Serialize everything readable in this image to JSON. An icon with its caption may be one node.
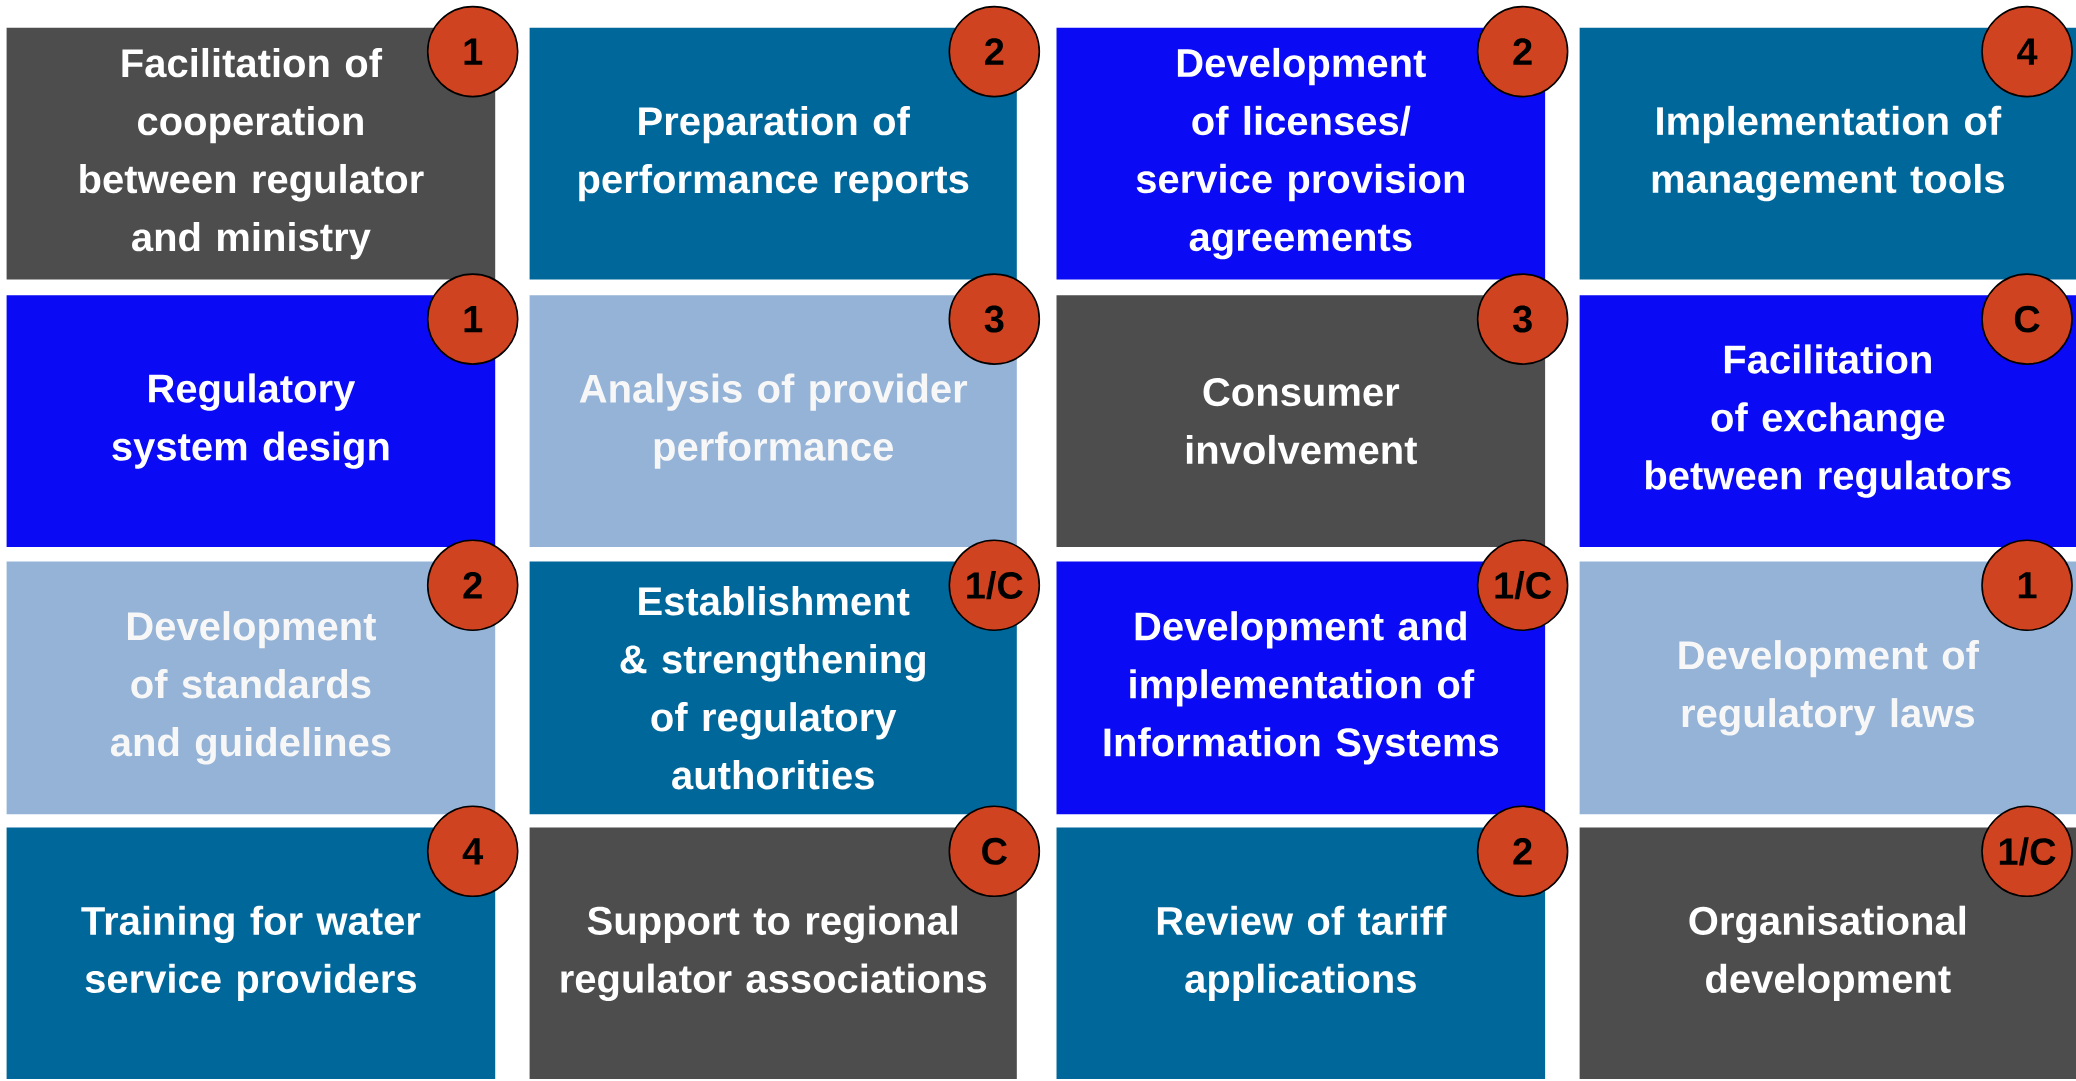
{
  "diagram": {
    "nodes": [
      {
        "text": [
          "Facilitation of cooperation between regulator and ministry"
        ]
      },
      {
        "text": [
          "1"
        ]
      },
      {
        "text": [
          "Preparation of performance reports"
        ]
      },
      {
        "text": [
          "2"
        ]
      },
      {
        "text": [
          "Development of licenses/ service provision agreements"
        ]
      },
      {
        "text": [
          "2"
        ]
      },
      {
        "text": [
          "Implementation of management tools"
        ]
      },
      {
        "text": [
          "4"
        ]
      },
      {
        "text": [
          "Regulatory system design"
        ]
      },
      {
        "text": [
          "1"
        ]
      },
      {
        "text": [
          "Analysis of provider performance"
        ]
      },
      {
        "text": [
          "3"
        ]
      },
      {
        "text": [
          "Consumer involvement"
        ]
      },
      {
        "text": [
          "3"
        ]
      },
      {
        "text": [
          "Facilitation of exchange between regulators"
        ]
      },
      {
        "text": [
          "C"
        ]
      },
      {
        "text": [
          "Development of standards and guidelines"
        ]
      },
      {
        "text": [
          "2"
        ]
      },
      {
        "text": [
          "Establishment & strengthening of regulatory authorities"
        ]
      },
      {
        "text": [
          "1/C"
        ]
      },
      {
        "text": [
          "Development and implementation of Information Systems"
        ]
      },
      {
        "text": [
          "1/C"
        ]
      },
      {
        "text": [
          "Development of regulatory laws"
        ]
      },
      {
        "text": [
          "1"
        ]
      },
      {
        "text": [
          "Training for water service providers"
        ]
      },
      {
        "text": [
          "4"
        ]
      },
      {
        "text": [
          "Support to regional regulator associations"
        ]
      },
      {
        "text": [
          "C"
        ]
      },
      {
        "text": [
          "Review of tariff applications"
        ]
      },
      {
        "text": [
          "2"
        ]
      },
      {
        "text": [
          "Organisational development"
        ]
      },
      {
        "text": [
          "1/C"
        ]
      }
    ]
  }
}
